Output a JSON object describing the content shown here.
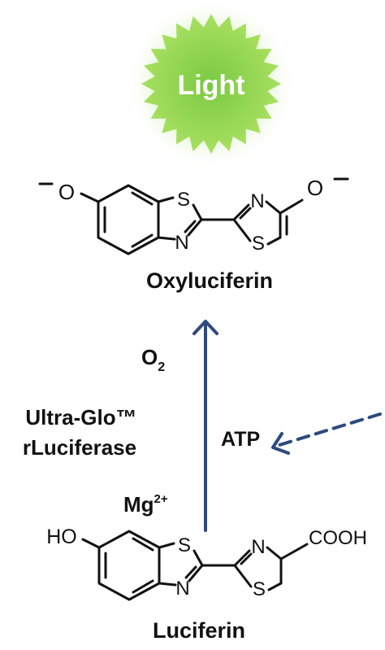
{
  "burst": {
    "label": "Light",
    "color_outer": "#a8e060",
    "color_core": "#7ac943",
    "glow": "#d8f2bf",
    "text_color": "#ffffff"
  },
  "product": {
    "name": "Oxyluciferin",
    "left_o": "O",
    "s1": "S",
    "n1": "N",
    "n2": "N",
    "s2": "S",
    "right_o": "O"
  },
  "reaction": {
    "o2": "O",
    "o2_sub": "2",
    "enzyme_line1": "Ultra-Glo™",
    "enzyme_line2": "rLuciferase",
    "atp": "ATP",
    "mg": "Mg",
    "mg_sup": "2+",
    "arrow_color": "#2e4a7d"
  },
  "substrate": {
    "name": "Luciferin",
    "ho": "HO",
    "s1": "S",
    "n1": "N",
    "n2": "N",
    "s2": "S",
    "cooh": "COOH"
  }
}
